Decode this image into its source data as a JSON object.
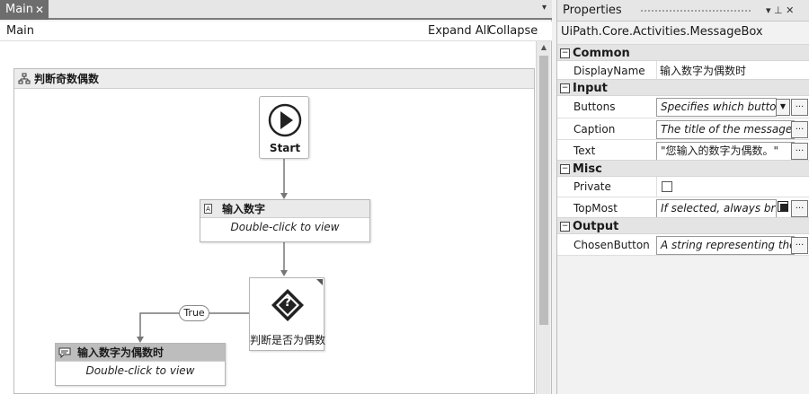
{
  "designer": {
    "tab_label": "Main",
    "tab_close": "✕",
    "tab_dropdown": "▾",
    "breadcrumb": "Main",
    "expand_all": "Expand All",
    "collapse_all": "Collapse All",
    "flowchart_title": "判断奇数偶数",
    "start_label": "Start",
    "sequence_input": {
      "title": "输入数字",
      "hint": "Double-click to view"
    },
    "decision_label": "判断是否为偶数",
    "decision_mark": "?",
    "true_label": "True",
    "sequence_msg": {
      "title": "输入数字为偶数时",
      "hint": "Double-click to view"
    }
  },
  "properties": {
    "title": "Properties",
    "pin_icons": "▾ ⊥ ✕",
    "type_name": "UiPath.Core.Activities.MessageBox",
    "categories": [
      {
        "name": "Common",
        "rows": [
          {
            "label": "DisplayName",
            "value": "输入数字为偶数时"
          }
        ]
      },
      {
        "name": "Input",
        "rows": [
          {
            "label": "Buttons",
            "value": "Specifies which button"
          },
          {
            "label": "Caption",
            "value": "The title of the message b"
          },
          {
            "label": "Text",
            "value": "\"您输入的数字为偶数。\""
          }
        ]
      },
      {
        "name": "Misc",
        "rows": [
          {
            "label": "Private",
            "value": ""
          },
          {
            "label": "TopMost",
            "value": "If selected, always brin"
          }
        ]
      },
      {
        "name": "Output",
        "rows": [
          {
            "label": "ChosenButton",
            "value": "A string representing the"
          }
        ]
      }
    ],
    "toggle_mark": "⊟",
    "ellipsis": "..."
  }
}
